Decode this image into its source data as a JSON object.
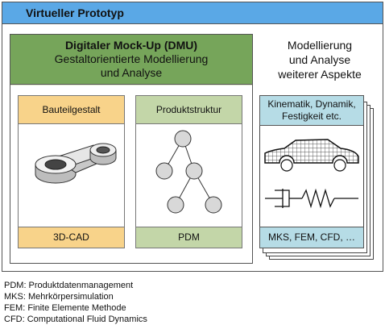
{
  "outer": {
    "title": "Virtueller Prototyp"
  },
  "dmu": {
    "title": "Digitaler Mock-Up (DMU)",
    "subtitle_line1": "Gestaltorientierte Modellierung",
    "subtitle_line2": "und Analyse",
    "bauteil": {
      "top": "Bauteilgestalt",
      "bottom": "3D-CAD",
      "image": "bracket-part-icon"
    },
    "produkt": {
      "top": "Produktstruktur",
      "bottom": "PDM",
      "image": "tree-structure-icon"
    }
  },
  "right": {
    "title_line1": "Modellierung",
    "title_line2": "und Analyse",
    "title_line3": "weiterer Aspekte",
    "top_line1": "Kinematik, Dynamik,",
    "top_line2": "Festigkeit etc.",
    "bottom": "MKS, FEM, CFD, …",
    "images": [
      "car-mesh-icon",
      "spring-damper-icon"
    ]
  },
  "legend": [
    "PDM: Produktdatenmanagement",
    "MKS: Mehrkörpersimulation",
    "FEM: Finite Elemente Methode",
    "CFD: Computational Fluid Dynamics"
  ],
  "colors": {
    "outer_header": "#5aa8e6",
    "dmu_header": "#76a55a",
    "dmu_frame": "#dde8c8",
    "yellow": "#f8d38a",
    "green": "#c3d6a8",
    "blue": "#b6dce6"
  }
}
